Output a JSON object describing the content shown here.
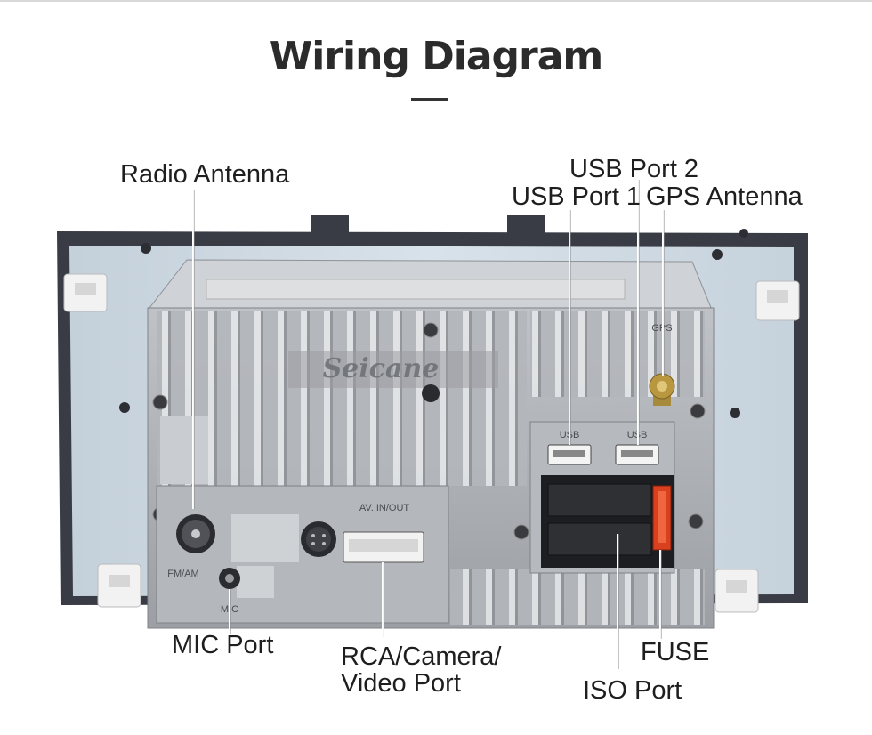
{
  "title": "Wiring Diagram",
  "watermark": "Seicane",
  "panel_text": {
    "gps": "GPS",
    "usb1": "USB",
    "usb2": "USB",
    "av": "AV. IN/OUT",
    "fmam": "FM/AM",
    "mic": "MIC"
  },
  "labels": {
    "radio_antenna": "Radio Antenna",
    "usb_port_2": "USB Port 2",
    "usb_port_1": "USB Port 1",
    "gps_antenna": "GPS Antenna",
    "mic_port": "MIC Port",
    "rca_camera_line1": "RCA/Camera/",
    "rca_camera_line2": "Video Port",
    "fuse": "FUSE",
    "iso_port": "ISO Port"
  },
  "colors": {
    "frame": "#3a3c45",
    "panel": "#cfd9e2",
    "chassis": "#a9acb0",
    "fuse": "#d9401e"
  }
}
